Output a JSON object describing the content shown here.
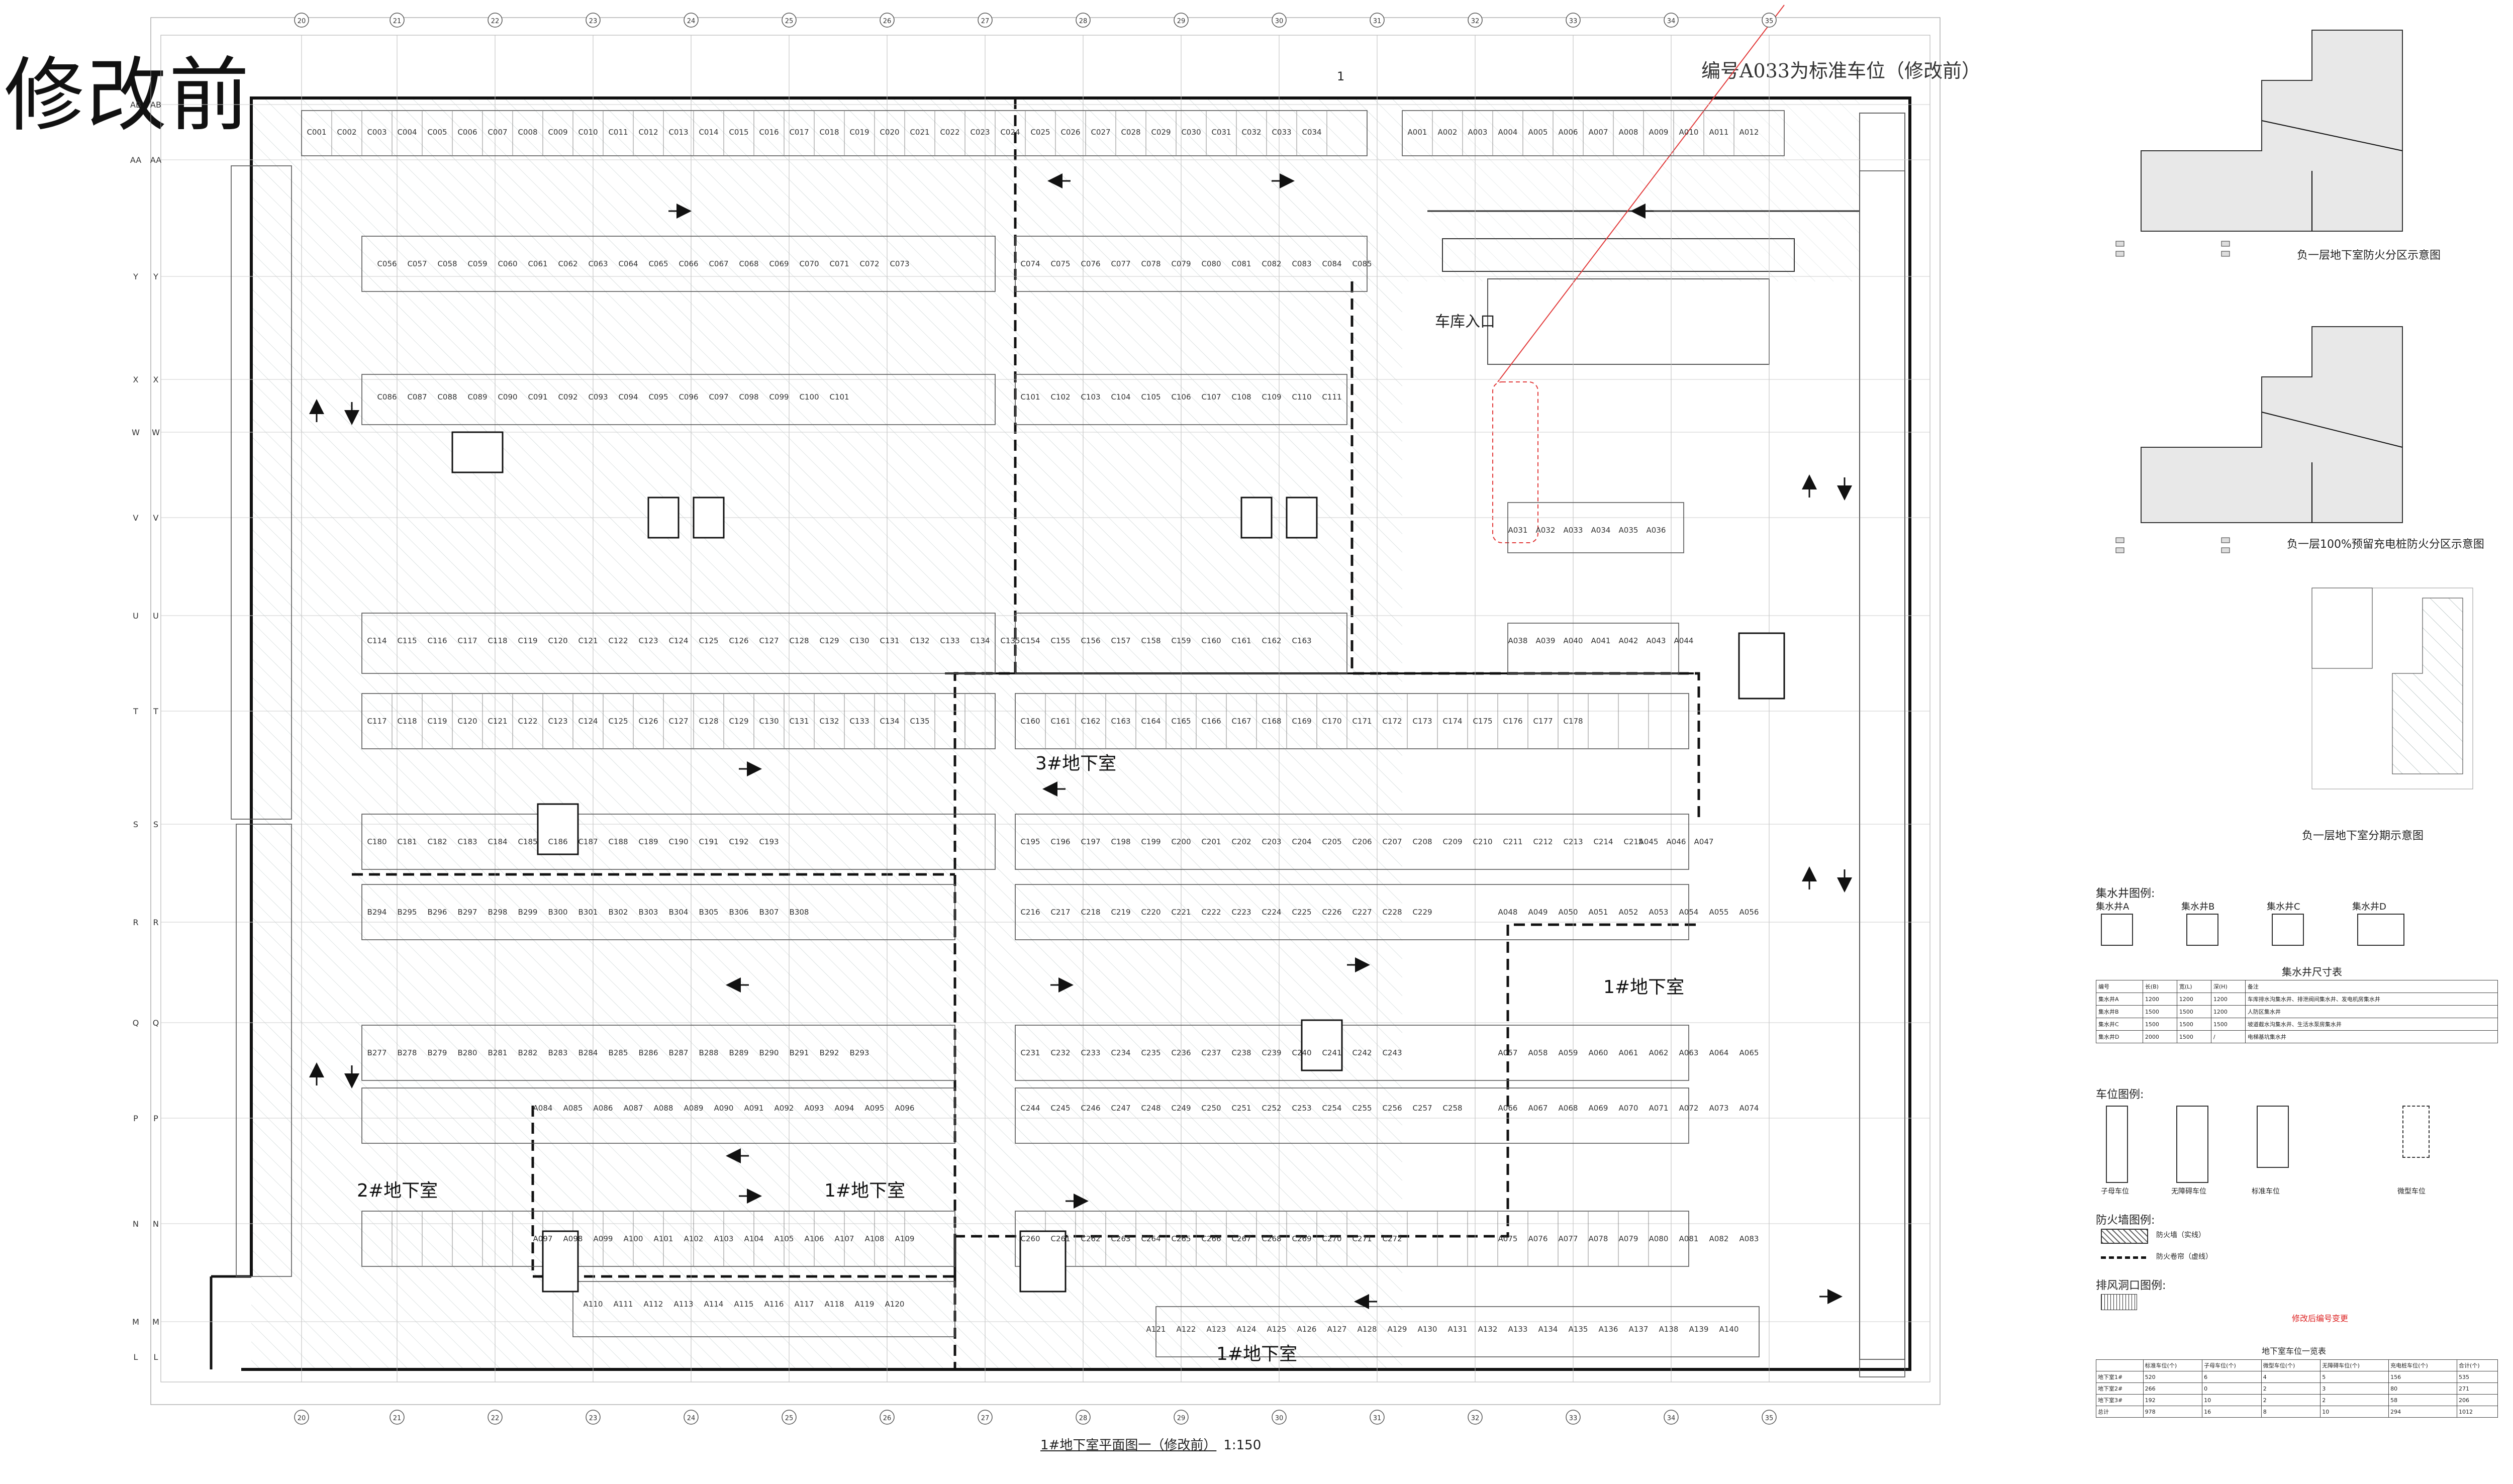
{
  "header": {
    "corner_title": "修改前",
    "note_title": "编号A033为标准车位（修改前）",
    "section_mark": "1"
  },
  "plan": {
    "entry_label": "车库入口",
    "zone_labels": [
      "3#地下室",
      "1#地下室",
      "2#地下室",
      "1#地下室",
      "1#地下室"
    ],
    "bottom_title": "1#地下室平面图一（修改前）",
    "bottom_scale": "1:150",
    "grid_row_labels": [
      "AB",
      "AA",
      "Y",
      "X",
      "W",
      "V",
      "U",
      "T",
      "S",
      "R",
      "Q",
      "P",
      "N",
      "M",
      "L"
    ],
    "grid_col_labels": [
      "20",
      "21",
      "22",
      "23",
      "24",
      "25",
      "26",
      "27",
      "28",
      "29",
      "30",
      "31",
      "32",
      "33",
      "34",
      "35"
    ],
    "stall_rows": [
      {
        "prefix": "C",
        "start": 1,
        "count": 34
      },
      {
        "prefix": "A",
        "start": 1,
        "count": 12
      },
      {
        "prefix": "C",
        "start": 56,
        "count": 18
      },
      {
        "prefix": "C",
        "start": 74,
        "count": 12
      },
      {
        "prefix": "C",
        "start": 86,
        "count": 16
      },
      {
        "prefix": "C",
        "start": 101,
        "count": 11
      },
      {
        "prefix": "A",
        "start": 31,
        "count": 6
      },
      {
        "prefix": "C",
        "start": 114,
        "count": 22
      },
      {
        "prefix": "C",
        "start": 154,
        "count": 10
      },
      {
        "prefix": "A",
        "start": 38,
        "count": 7
      },
      {
        "prefix": "C",
        "start": 117,
        "count": 19
      },
      {
        "prefix": "C",
        "start": 160,
        "count": 19
      },
      {
        "prefix": "C",
        "start": 180,
        "count": 14
      },
      {
        "prefix": "C",
        "start": 195,
        "count": 21
      },
      {
        "prefix": "A",
        "start": 45,
        "count": 3
      },
      {
        "prefix": "B",
        "start": 294,
        "count": 15
      },
      {
        "prefix": "C",
        "start": 216,
        "count": 14
      },
      {
        "prefix": "A",
        "start": 48,
        "count": 9
      },
      {
        "prefix": "B",
        "start": 277,
        "count": 17
      },
      {
        "prefix": "C",
        "start": 231,
        "count": 13
      },
      {
        "prefix": "A",
        "start": 57,
        "count": 9
      },
      {
        "prefix": "A",
        "start": 84,
        "count": 13
      },
      {
        "prefix": "C",
        "start": 244,
        "count": 15
      },
      {
        "prefix": "A",
        "start": 66,
        "count": 9
      },
      {
        "prefix": "A",
        "start": 97,
        "count": 13
      },
      {
        "prefix": "C",
        "start": 260,
        "count": 13
      },
      {
        "prefix": "A",
        "start": 75,
        "count": 9
      },
      {
        "prefix": "A",
        "start": 110,
        "count": 11
      },
      {
        "prefix": "A",
        "start": 121,
        "count": 20
      }
    ]
  },
  "side_panel": {
    "plan1_caption": "负一层地下室防火分区示意图",
    "plan2_caption": "负一层100%预留充电桩防火分区示意图",
    "plan3_caption": "负一层地下室分期示意图",
    "sump_legend_title": "集水井图例:",
    "sump_types": [
      "集水井A",
      "集水井B",
      "集水井C",
      "集水井D"
    ],
    "sump_table_title": "集水井尺寸表",
    "sump_table": {
      "headers": [
        "编号",
        "长(B)",
        "宽(L)",
        "深(H)",
        "备注"
      ],
      "rows": [
        [
          "集水井A",
          "1200",
          "1200",
          "1200",
          "车库排水沟集水井、排泄阀间集水井、发电机房集水井"
        ],
        [
          "集水井B",
          "1500",
          "1500",
          "1200",
          "人防区集水井"
        ],
        [
          "集水井C",
          "1500",
          "1500",
          "1500",
          "坡道截水沟集水井、生活水泵房集水井"
        ],
        [
          "集水井D",
          "2000",
          "1500",
          "/",
          "电梯基坑集水井"
        ]
      ]
    },
    "stall_legend_title": "车位图例:",
    "stall_legend_items": [
      "子母车位",
      "无障碍车位",
      "标准车位",
      "微型车位"
    ],
    "wall_legend_title": "防火墙图例:",
    "wall_legend_items": [
      "防火墙（实线）",
      "防火卷帘（虚线）"
    ],
    "vent_legend_title": "排风洞口图例:",
    "red_note": "修改后编号变更",
    "parking_table_title": "地下室车位一览表",
    "parking_table": {
      "headers": [
        "",
        "标准车位(个)",
        "子母车位(个)",
        "微型车位(个)",
        "无障碍车位(个)",
        "充电桩车位(个)",
        "合计(个)"
      ],
      "rows": [
        [
          "地下室1#",
          "520",
          "6",
          "4",
          "5",
          "156",
          "535"
        ],
        [
          "地下室2#",
          "266",
          "0",
          "2",
          "3",
          "80",
          "271"
        ],
        [
          "地下室3#",
          "192",
          "10",
          "2",
          "2",
          "58",
          "206"
        ],
        [
          "总计",
          "978",
          "16",
          "8",
          "10",
          "294",
          "1012"
        ]
      ]
    }
  }
}
